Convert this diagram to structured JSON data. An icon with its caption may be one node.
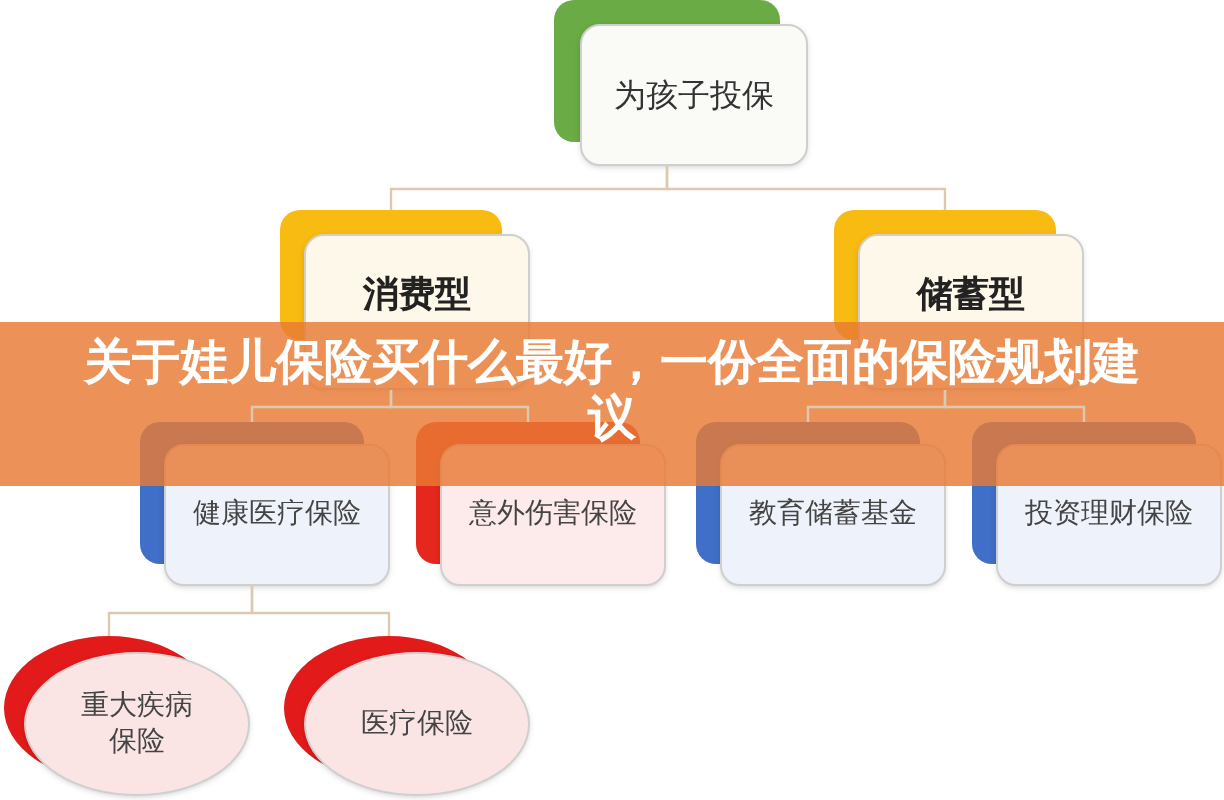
{
  "diagram": {
    "title": "关于娃儿保险买什么最好，一份全面的保险规划建议",
    "nodes": [
      {
        "text": [
          "为孩子投保"
        ]
      },
      {
        "text": [
          "消费型"
        ]
      },
      {
        "text": [
          "储蓄型"
        ]
      },
      {
        "text": [
          "健康医疗保险"
        ]
      },
      {
        "text": [
          "意外伤害保险"
        ]
      },
      {
        "text": [
          "教育储蓄基金"
        ]
      },
      {
        "text": [
          "投资理财保险"
        ]
      },
      {
        "text": [
          "重大疾病保险"
        ]
      },
      {
        "text": [
          "医疗保险"
        ]
      }
    ],
    "edges": [
      {
        "from": 0,
        "to": 1,
        "arrow": "none"
      },
      {
        "from": 0,
        "to": 2,
        "arrow": "none"
      },
      {
        "from": 1,
        "to": 3,
        "arrow": "none"
      },
      {
        "from": 1,
        "to": 4,
        "arrow": "none"
      },
      {
        "from": 2,
        "to": 5,
        "arrow": "none"
      },
      {
        "from": 2,
        "to": 6,
        "arrow": "none"
      },
      {
        "from": 3,
        "to": 7,
        "arrow": "none"
      },
      {
        "from": 3,
        "to": 8,
        "arrow": "none"
      }
    ]
  }
}
